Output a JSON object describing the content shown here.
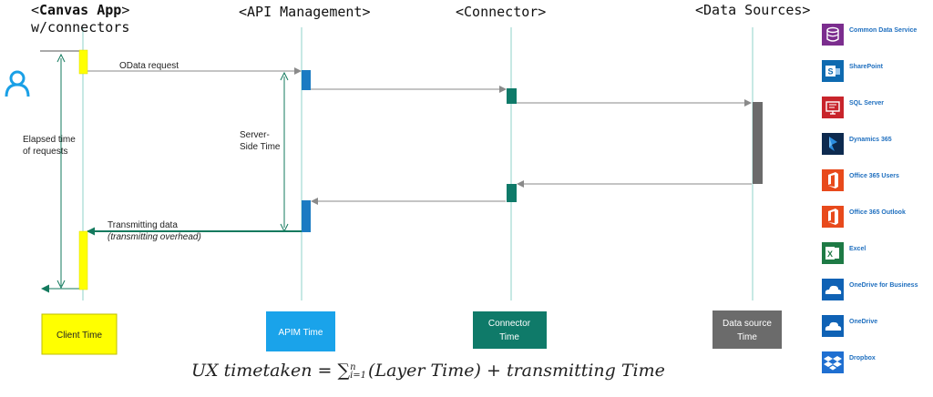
{
  "headers": {
    "canvas_app_prefix": "<",
    "canvas_app_bold": "Canvas App",
    "canvas_app_suffix": ">",
    "canvas_app_line2": "w/connectors",
    "api_management": "<API Management>",
    "connector": "<Connector>",
    "data_sources": "<Data Sources>"
  },
  "messages": {
    "odata_request": "OData request",
    "transmitting_data": "Transmitting data",
    "transmitting_overhead": "(transmitting overhead)"
  },
  "annotations": {
    "elapsed_line1": "Elapsed time",
    "elapsed_line2": "of requests",
    "server_line1": "Server-",
    "server_line2": "Side Time"
  },
  "legend": {
    "client": "Client Time",
    "apim": "APIM Time",
    "connector_line1": "Connector",
    "connector_line2": "Time",
    "datasource_line1": "Data source",
    "datasource_line2": "Time"
  },
  "colors": {
    "client": "#ffff00",
    "apim": "#1a7bc2",
    "connector": "#0f7a69",
    "datasource": "#6b6b6b",
    "lifeline": "#8fd3c9",
    "arrow_gray": "#8a8a8a",
    "arrow_teal": "#137a5e",
    "user_icon": "#1aa0e6"
  },
  "formula": {
    "lhs": "UX timetaken = ",
    "sum": "∑",
    "sup": "n",
    "sub": "i=1",
    "middle": "(Layer Time) + ",
    "rhs": "transmitting Time"
  },
  "data_sources": [
    {
      "name": "Common Data Service",
      "icon": "database-icon",
      "color": "#7b2d8e"
    },
    {
      "name": "SharePoint",
      "icon": "sharepoint-icon",
      "color": "#0e6ab0"
    },
    {
      "name": "SQL Server",
      "icon": "sql-server-icon",
      "color": "#c8242b"
    },
    {
      "name": "Dynamics 365",
      "icon": "dynamics-icon",
      "color": "#0d2a4f"
    },
    {
      "name": "Office 365 Users",
      "icon": "office-icon",
      "color": "#e84a1c"
    },
    {
      "name": "Office 365 Outlook",
      "icon": "office-icon",
      "color": "#e84a1c"
    },
    {
      "name": "Excel",
      "icon": "excel-icon",
      "color": "#1e7a45"
    },
    {
      "name": "OneDrive for Business",
      "icon": "onedrive-icon",
      "color": "#0f62b5"
    },
    {
      "name": "OneDrive",
      "icon": "onedrive-icon",
      "color": "#0f62b5"
    },
    {
      "name": "Dropbox",
      "icon": "dropbox-icon",
      "color": "#1f6fd1"
    }
  ]
}
